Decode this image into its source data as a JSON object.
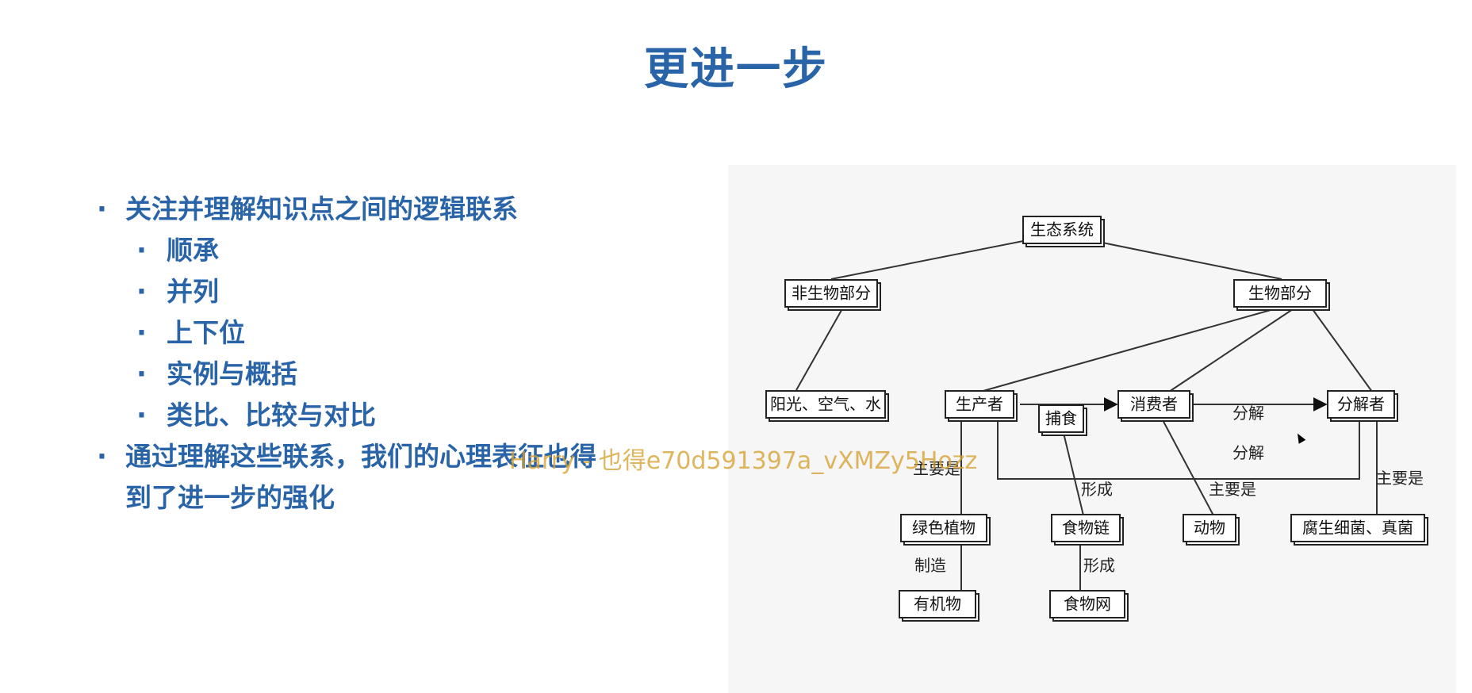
{
  "slide": {
    "title": "更进一步",
    "bullets": [
      {
        "text": "关注并理解知识点之间的逻辑联系",
        "subitems": [
          "顺承",
          "并列",
          "上下位",
          "实例与概括",
          "类比、比较与对比"
        ]
      },
      {
        "text_line1": "通过理解这些联系，我们的心理表征也得",
        "text_line2": "到了进一步的强化"
      }
    ]
  },
  "diagram": {
    "nodes": {
      "ecosystem": "生态系统",
      "abiotic": "非生物部分",
      "biotic": "生物部分",
      "abiotic_items": "阳光、空气、水",
      "producer": "生产者",
      "consumer": "消费者",
      "decomposer": "分解者",
      "predation": "捕食",
      "green_plant": "绿色植物",
      "food_chain": "食物链",
      "animal": "动物",
      "bacteria_fungi": "腐生细菌、真菌",
      "organic_matter": "有机物",
      "food_web": "食物网"
    },
    "edge_labels": {
      "consumer_to_decomposer": "分解",
      "producer_to_decomposer": "分解",
      "producer_mainly": "主要是",
      "predation_forms": "形成",
      "consumer_mainly": "主要是",
      "decomposer_mainly": "主要是",
      "plant_makes": "制造",
      "chain_forms": "形成"
    }
  },
  "overlay": {
    "watermark": "Harry - 也得e70d591397a_vXMZy5Hozz"
  }
}
